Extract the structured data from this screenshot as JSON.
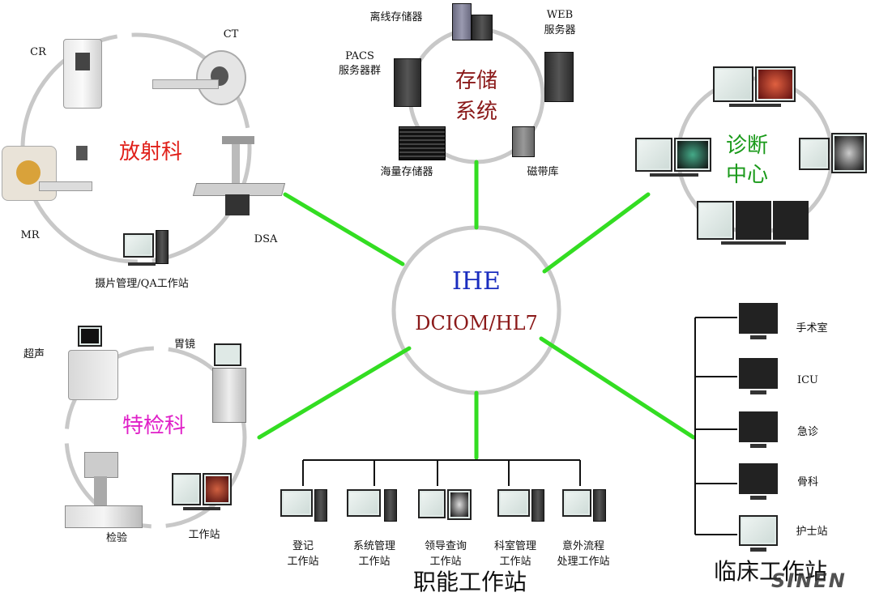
{
  "center": {
    "title": "IHE",
    "subtitle": "DCIOM/HL7",
    "title_color": "#1a2dbf",
    "subtitle_color": "#8b1a1a"
  },
  "radiology": {
    "title": "放射科",
    "title_color": "#e0201a",
    "cr": "CR",
    "ct": "CT",
    "mr": "MR",
    "dsa": "DSA",
    "qa": "摄片管理/QA工作站"
  },
  "storage": {
    "title_line1": "存储",
    "title_line2": "系统",
    "title_color": "#8b1a1a",
    "offline_line1": "离线存储器",
    "web_line1": "WEB",
    "web_line2": "服务器",
    "pacs_line1": "PACS",
    "pacs_line2": "服务器群",
    "mass_line1": "海量存储器",
    "tape_line1": "磁带库"
  },
  "diagnosis": {
    "title_line1": "诊断",
    "title_line2": "中心",
    "title_color": "#1a9a1a"
  },
  "special": {
    "title": "特检科",
    "title_color": "#e020c8",
    "ultrasound": "超声",
    "gastroscope": "胃镜",
    "lab": "检验",
    "workstation": "工作站"
  },
  "functional": {
    "title": "职能工作站",
    "items": [
      {
        "line1": "登记",
        "line2": "工作站"
      },
      {
        "line1": "系统管理",
        "line2": "工作站"
      },
      {
        "line1": "领导查询",
        "line2": "工作站"
      },
      {
        "line1": "科室管理",
        "line2": "工作站"
      },
      {
        "line1": "意外流程",
        "line2": "处理工作站"
      }
    ]
  },
  "clinical": {
    "title": "临床工作站",
    "items": [
      "手术室",
      "ICU",
      "急诊",
      "骨科",
      "护士站"
    ]
  },
  "watermark": "SINEN",
  "colors": {
    "link": "#33dd22",
    "ring": "#c8c8c8",
    "tree": "#111111"
  }
}
